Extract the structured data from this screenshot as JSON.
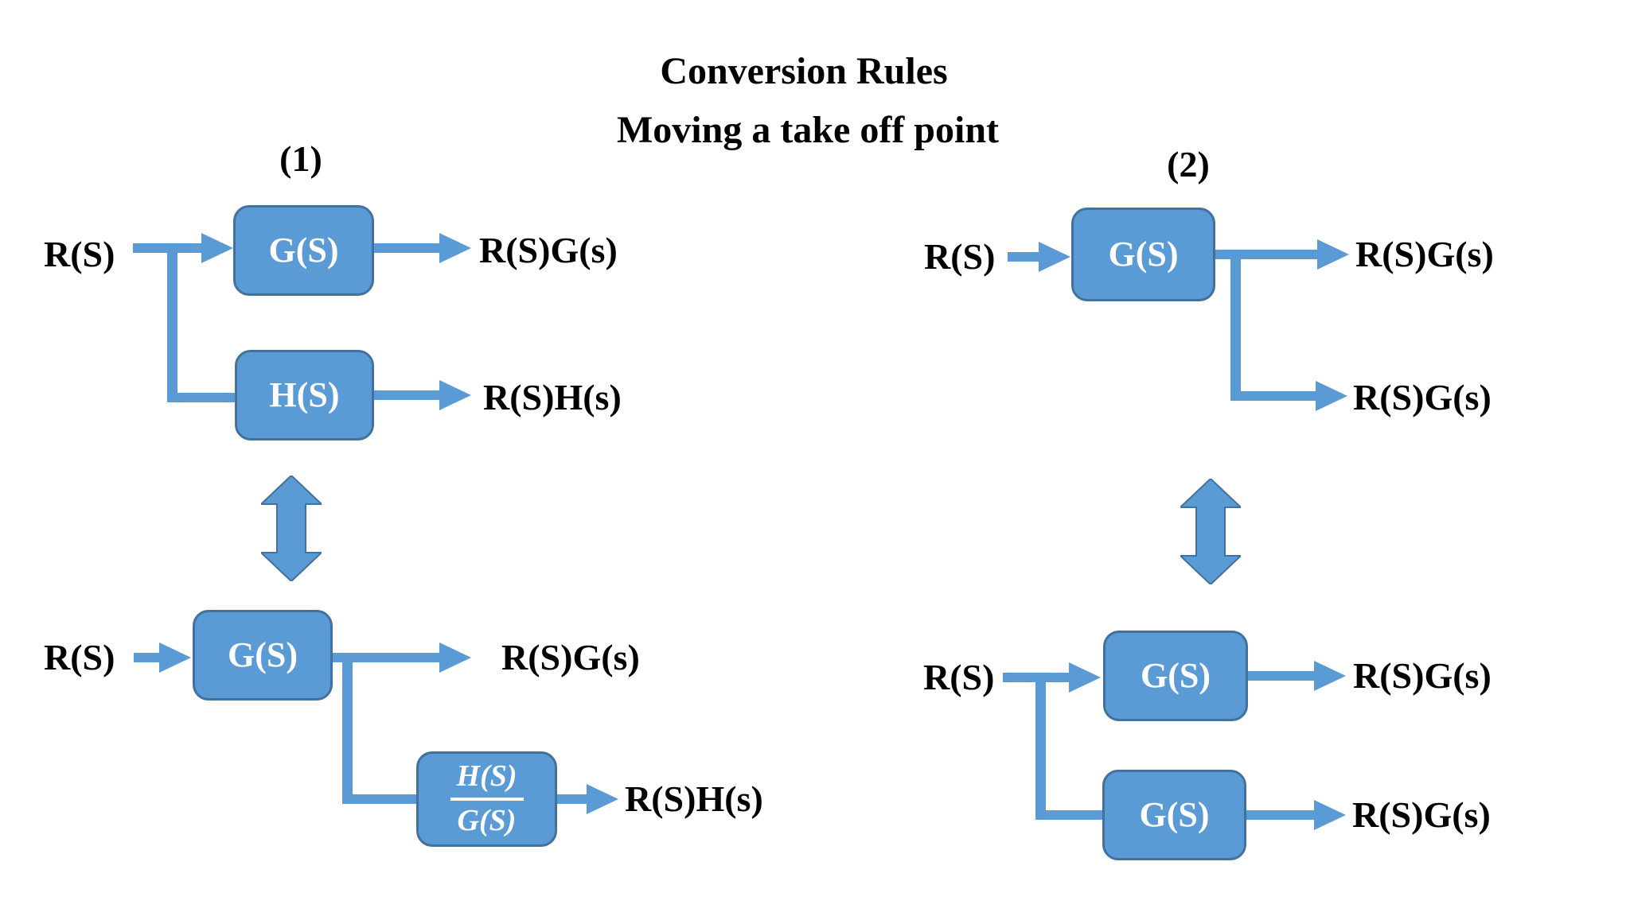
{
  "title": "Conversion Rules",
  "subtitle": "Moving a take off point",
  "colors": {
    "background": "#FFFFFF",
    "block_fill": "#5B9BD5",
    "block_border": "#41719C",
    "arrow": "#5B9BD5",
    "label_text": "#000000",
    "block_text": "#FFFFFF"
  },
  "icons": {
    "equivalence": "double-headed-vertical-arrow"
  },
  "sections": {
    "left": {
      "label": "(1)",
      "top": {
        "input": "R(S)",
        "g_block": "G(S)",
        "h_block": "H(S)",
        "g_output": "R(S)G(s)",
        "h_output": "R(S)H(s)"
      },
      "bottom": {
        "input": "R(S)",
        "g_block": "G(S)",
        "frac_numerator": "H(S)",
        "frac_denominator": "G(S)",
        "g_output": "R(S)G(s)",
        "h_output": "R(S)H(s)"
      }
    },
    "right": {
      "label": "(2)",
      "top": {
        "input": "R(S)",
        "g_block": "G(S)",
        "output_main": "R(S)G(s)",
        "output_branch": "R(S)G(s)"
      },
      "bottom": {
        "input": "R(S)",
        "g_block_top": "G(S)",
        "g_block_bottom": "G(S)",
        "output_top": "R(S)G(s)",
        "output_bottom": "R(S)G(s)"
      }
    }
  }
}
